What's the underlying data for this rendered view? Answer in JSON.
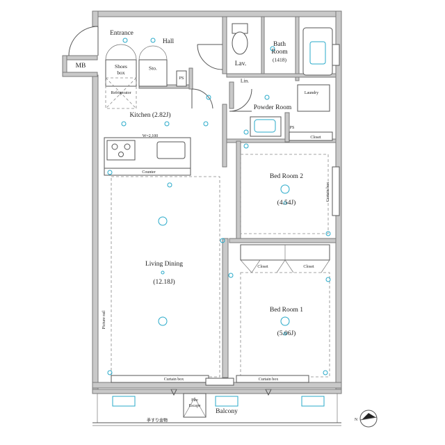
{
  "rooms": {
    "entrance": "Entrance",
    "hall": "Hall",
    "mb": "MB",
    "shoes_box": "Shoes\nbox",
    "storage": "Sto.",
    "lav": "Lav.",
    "bath_room": "Bath\nRoom",
    "bath_size": "(1418)",
    "lin": "Lin.",
    "powder_room": "Powder Room",
    "laundry": "Laundry",
    "ps_upper": "PS",
    "ps_lower": "PS",
    "closet_br2": "Closet",
    "kitchen": "Kitchen (2.82J)",
    "counter": "Counter",
    "kitchen_note": "W=2,100",
    "refrigerator": "Refrigerator",
    "bed_room_2": "Bed Room 2",
    "bed_room_2_size": "(4.54J)",
    "curtain_box_side": "Curtain box",
    "living_dining": "Living Dining",
    "living_dining_size": "(12.18J)",
    "picture_rail": "Picture rail",
    "closet_a": "Closet",
    "closet_b": "Closet",
    "bed_room_1": "Bed Room 1",
    "bed_room_1_size": "(5.06J)",
    "curtain_box_ld": "Curtain box",
    "curtain_box_br1": "Curtain box",
    "fire_escape": "Fire\nEscape",
    "balcony": "Balcony",
    "railing": "手すり金物"
  },
  "compass": {
    "label": "N"
  },
  "colors": {
    "wall": "#c9c9c9",
    "fixture_marks": "#27a9c9",
    "line": "#555555"
  }
}
